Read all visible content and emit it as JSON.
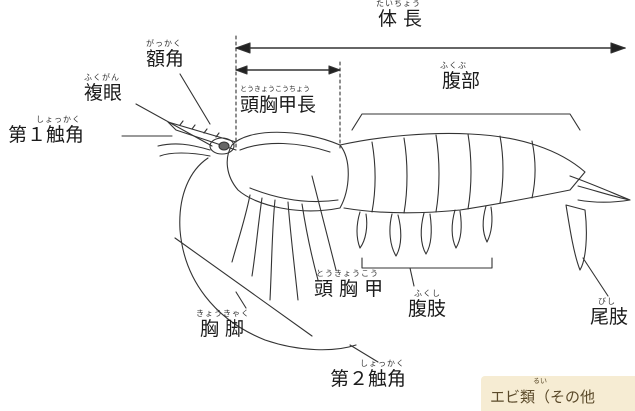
{
  "labels": {
    "body_length": {
      "text": "体 長",
      "ruby": "たいちょう"
    },
    "carapace_length": {
      "text": "頭胸甲長",
      "ruby": "とうきょうこうちょう"
    },
    "abdomen": {
      "text": "腹部",
      "ruby": "ふくぶ"
    },
    "rostrum": {
      "text": "額角",
      "ruby": "がっかく"
    },
    "compound_eye": {
      "text": "複眼",
      "ruby": "ふくがん"
    },
    "first_antenna": {
      "text": "第１触角",
      "ruby": "しょっかく"
    },
    "cephalothorax": {
      "text": "頭 胸 甲",
      "ruby": "とうきょうこう"
    },
    "pleopods": {
      "text": "腹肢",
      "ruby": "ふくし"
    },
    "uropods": {
      "text": "尾肢",
      "ruby": "びし"
    },
    "pereiopods": {
      "text": "胸 脚",
      "ruby": "きょうきゃく"
    },
    "second_antenna": {
      "text": "第２触角",
      "ruby": "しょっかく"
    }
  },
  "caption": {
    "text": "エビ類（その他",
    "ruby": "るい"
  }
}
